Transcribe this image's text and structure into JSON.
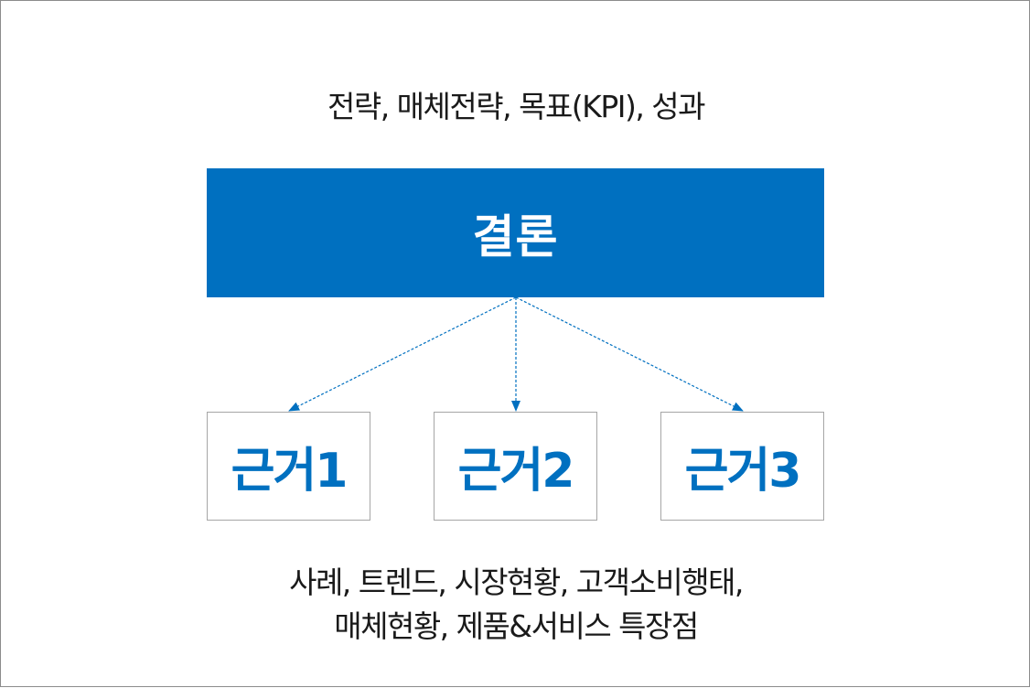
{
  "top_caption": "전략, 매체전략, 목표(KPI), 성과",
  "conclusion": "결론",
  "evidence": [
    "근거1",
    "근거2",
    "근거3"
  ],
  "bottom_caption_lines": [
    "사례, 트렌드, 시장현황, 고객소비행태,",
    "매체현황, 제품&서비스 특장점"
  ],
  "colors": {
    "accent": "#0070c0",
    "text": "#1a1a1a",
    "box_border": "#a6a6a6",
    "frame_border": "#8c8c8c"
  }
}
